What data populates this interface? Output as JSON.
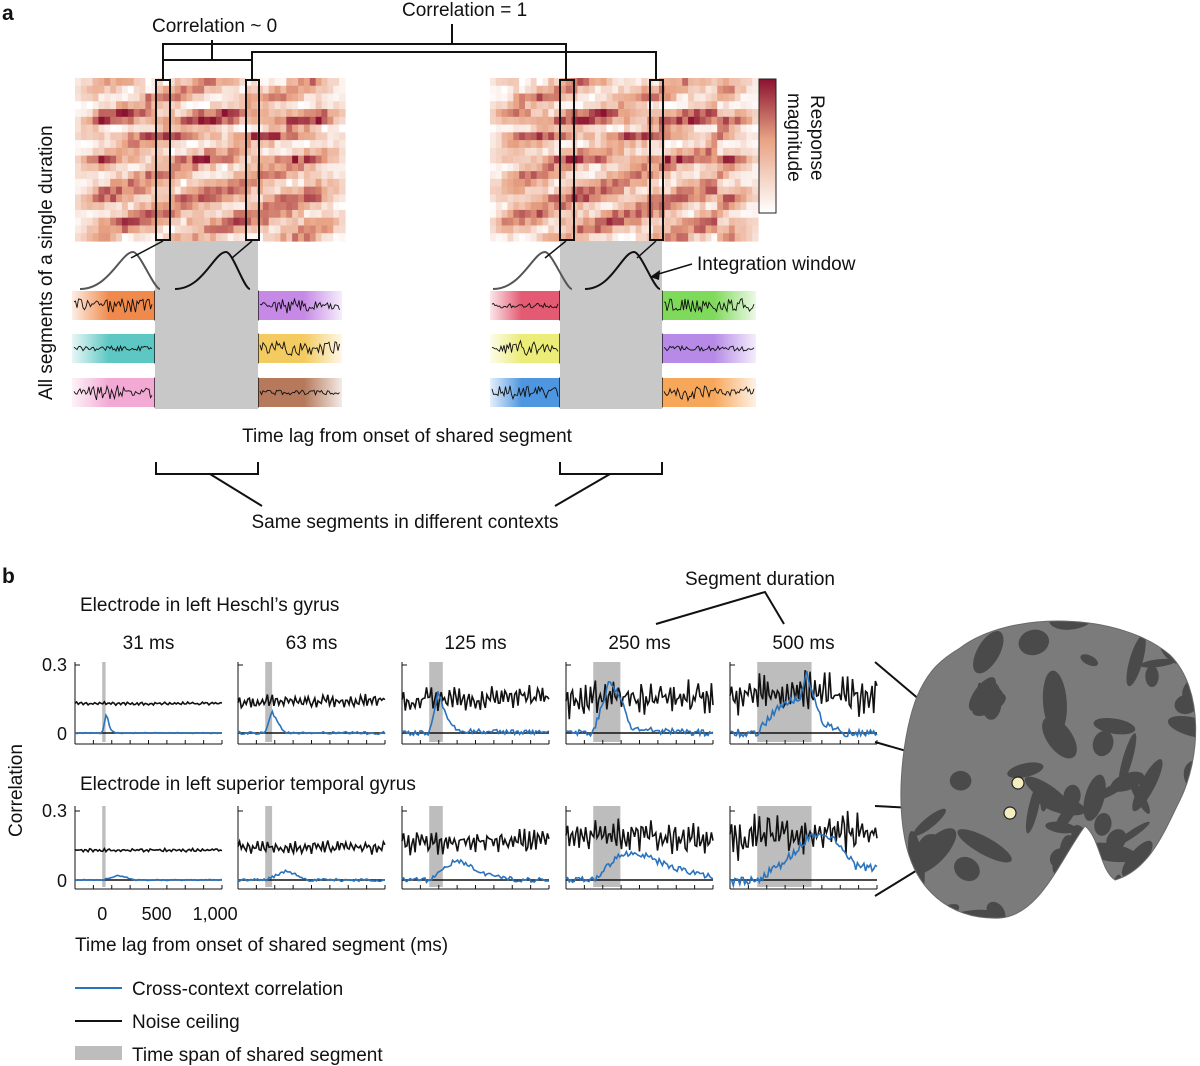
{
  "panel_a": {
    "letter": "a",
    "correlation_zero_label": "Correlation ~ 0",
    "correlation_one_label": "Correlation = 1",
    "y_label": "All segments of a single duration",
    "colorbar_label_line1": "Response",
    "colorbar_label_line2": "magnitude",
    "integration_window_label": "Integration window",
    "time_lag_label": "Time lag from onset of shared segment",
    "same_segments_label": "Same segments in different contexts",
    "colors": {
      "heat_low": "#ffffff",
      "heat_mid": "#e8a283",
      "heat_high": "#8b1230",
      "shared_shade": "#c8c8c8"
    },
    "left_context_rows": [
      [
        "#f08a4c",
        "#3e9be0",
        "#c68ae6"
      ],
      [
        "#5cc7c3",
        "#ef5a5a",
        "#f4cb60"
      ],
      [
        "#f2a9d4",
        "#59c36a",
        "#b6795b"
      ]
    ],
    "right_context_rows": [
      [
        "#e45a72",
        "#3e9be0",
        "#7fd95a"
      ],
      [
        "#ecec78",
        "#ef5a5a",
        "#b68ae6"
      ],
      [
        "#4f96e0",
        "#59c36a",
        "#f7a75a"
      ]
    ]
  },
  "panel_b": {
    "letter": "b",
    "segment_duration_label": "Segment duration",
    "row1_title": "Electrode in left Heschl’s gyrus",
    "row2_title": "Electrode in left superior temporal gyrus",
    "y_axis_label": "Correlation",
    "x_axis_label": "Time lag from onset of shared segment (ms)",
    "y_ticks": [
      "0.3",
      "0"
    ],
    "x_ticks": [
      "0",
      "500",
      "1,000"
    ],
    "durations": [
      "31 ms",
      "63 ms",
      "125 ms",
      "250 ms",
      "500 ms"
    ],
    "legend": [
      {
        "label": "Cross-context correlation",
        "color": "#2a73bd"
      },
      {
        "label": "Noise ceiling",
        "color": "#111111"
      },
      {
        "label": "Time span of shared segment",
        "color": "#bdbdbd"
      }
    ],
    "colors": {
      "cross_context": "#2a73bd",
      "noise_ceiling": "#111111",
      "shade": "#bdbdbd",
      "brain_light": "#7b7b7b",
      "brain_dark": "#4a4a4a",
      "electrode": "#f3eec0"
    }
  },
  "chart_data": [
    {
      "type": "line",
      "title": "Electrode in left Heschl’s gyrus",
      "xlabel": "Time lag from onset of shared segment (ms)",
      "ylabel": "Correlation",
      "xlim": [
        -250,
        1100
      ],
      "ylim": [
        -0.03,
        0.3
      ],
      "panels": [
        {
          "duration": "31 ms",
          "shared_span_ms": [
            0,
            31
          ],
          "series": [
            {
              "name": "Noise ceiling",
              "x": [
                -250,
                0,
                500,
                1000,
                1100
              ],
              "y": [
                0.13,
                0.13,
                0.13,
                0.13,
                0.13
              ]
            },
            {
              "name": "Cross-context correlation",
              "x": [
                -250,
                0,
                40,
                70,
                120,
                1100
              ],
              "y": [
                0.0,
                0.0,
                0.09,
                0.02,
                0.0,
                0.0
              ]
            }
          ]
        },
        {
          "duration": "63 ms",
          "shared_span_ms": [
            0,
            63
          ],
          "series": [
            {
              "name": "Noise ceiling",
              "x": [
                -250,
                0,
                500,
                1000,
                1100
              ],
              "y": [
                0.13,
                0.14,
                0.14,
                0.145,
                0.145
              ]
            },
            {
              "name": "Cross-context correlation",
              "x": [
                -250,
                0,
                60,
                130,
                200,
                1100
              ],
              "y": [
                0.0,
                0.0,
                0.1,
                0.03,
                0.0,
                0.0
              ]
            }
          ]
        },
        {
          "duration": "125 ms",
          "shared_span_ms": [
            0,
            125
          ],
          "series": [
            {
              "name": "Noise ceiling",
              "x": [
                -250,
                0,
                500,
                1000,
                1100
              ],
              "y": [
                0.14,
                0.15,
                0.15,
                0.16,
                0.16
              ]
            },
            {
              "name": "Cross-context correlation",
              "x": [
                -250,
                0,
                80,
                150,
                250,
                1100
              ],
              "y": [
                0.0,
                0.0,
                0.18,
                0.08,
                0.01,
                0.0
              ]
            }
          ]
        },
        {
          "duration": "250 ms",
          "shared_span_ms": [
            0,
            250
          ],
          "series": [
            {
              "name": "Noise ceiling",
              "x": [
                -250,
                0,
                500,
                1000,
                1100
              ],
              "y": [
                0.13,
                0.16,
                0.15,
                0.16,
                0.16
              ]
            },
            {
              "name": "Cross-context correlation",
              "x": [
                -250,
                0,
                150,
                250,
                350,
                600,
                1100
              ],
              "y": [
                0.0,
                0.0,
                0.23,
                0.15,
                0.02,
                0.01,
                0.0
              ]
            }
          ]
        },
        {
          "duration": "500 ms",
          "shared_span_ms": [
            0,
            500
          ],
          "series": [
            {
              "name": "Noise ceiling",
              "x": [
                -250,
                0,
                500,
                1000,
                1100
              ],
              "y": [
                0.15,
                0.17,
                0.2,
                0.16,
                0.18
              ]
            },
            {
              "name": "Cross-context correlation",
              "x": [
                -250,
                0,
                200,
                400,
                450,
                600,
                800,
                1100
              ],
              "y": [
                0.0,
                0.0,
                0.12,
                0.16,
                0.27,
                0.05,
                0.0,
                0.0
              ]
            }
          ]
        }
      ]
    },
    {
      "type": "line",
      "title": "Electrode in left superior temporal gyrus",
      "xlabel": "Time lag from onset of shared segment (ms)",
      "ylabel": "Correlation",
      "xlim": [
        -250,
        1100
      ],
      "ylim": [
        -0.03,
        0.3
      ],
      "panels": [
        {
          "duration": "31 ms",
          "shared_span_ms": [
            0,
            31
          ],
          "series": [
            {
              "name": "Noise ceiling",
              "x": [
                -250,
                0,
                500,
                1000,
                1100
              ],
              "y": [
                0.13,
                0.13,
                0.13,
                0.13,
                0.13
              ]
            },
            {
              "name": "Cross-context correlation",
              "x": [
                -250,
                0,
                150,
                300,
                1100
              ],
              "y": [
                0.0,
                0.0,
                0.02,
                0.0,
                0.0
              ]
            }
          ]
        },
        {
          "duration": "63 ms",
          "shared_span_ms": [
            0,
            63
          ],
          "series": [
            {
              "name": "Noise ceiling",
              "x": [
                -250,
                0,
                500,
                1000,
                1100
              ],
              "y": [
                0.14,
                0.14,
                0.14,
                0.14,
                0.14
              ]
            },
            {
              "name": "Cross-context correlation",
              "x": [
                -250,
                0,
                200,
                400,
                1100
              ],
              "y": [
                0.0,
                0.0,
                0.04,
                0.0,
                0.0
              ]
            }
          ]
        },
        {
          "duration": "125 ms",
          "shared_span_ms": [
            0,
            125
          ],
          "series": [
            {
              "name": "Noise ceiling",
              "x": [
                -250,
                0,
                500,
                1000,
                1100
              ],
              "y": [
                0.16,
                0.16,
                0.17,
                0.17,
                0.17
              ]
            },
            {
              "name": "Cross-context correlation",
              "x": [
                -250,
                0,
                250,
                500,
                800,
                1100
              ],
              "y": [
                0.0,
                0.0,
                0.09,
                0.03,
                0.0,
                0.0
              ]
            }
          ]
        },
        {
          "duration": "250 ms",
          "shared_span_ms": [
            0,
            250
          ],
          "series": [
            {
              "name": "Noise ceiling",
              "x": [
                -250,
                0,
                500,
                1000,
                1100
              ],
              "y": [
                0.18,
                0.2,
                0.19,
                0.18,
                0.18
              ]
            },
            {
              "name": "Cross-context correlation",
              "x": [
                -250,
                0,
                250,
                400,
                700,
                1000,
                1100
              ],
              "y": [
                0.0,
                0.0,
                0.11,
                0.12,
                0.06,
                0.02,
                0.02
              ]
            }
          ]
        },
        {
          "duration": "500 ms",
          "shared_span_ms": [
            0,
            500
          ],
          "series": [
            {
              "name": "Noise ceiling",
              "x": [
                -250,
                0,
                500,
                1000,
                1100
              ],
              "y": [
                0.18,
                0.2,
                0.2,
                0.2,
                0.22
              ]
            },
            {
              "name": "Cross-context correlation",
              "x": [
                -250,
                0,
                250,
                500,
                700,
                900,
                1100
              ],
              "y": [
                -0.01,
                0.0,
                0.08,
                0.2,
                0.18,
                0.06,
                0.05
              ]
            }
          ]
        }
      ]
    }
  ]
}
